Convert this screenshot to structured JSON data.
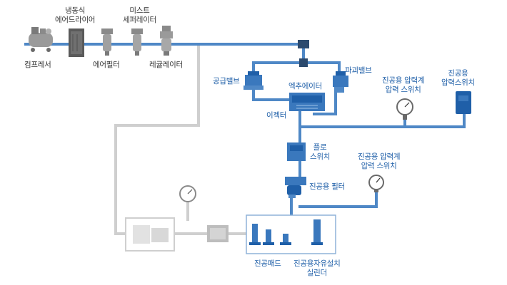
{
  "colors": {
    "pipe_blue": "#4f88c6",
    "pipe_gray": "#cfcfcf",
    "device_blue": "#3a78bd",
    "device_dark": "#1f5fa8",
    "device_gray": "#9a9a9a",
    "label_dark": "#333333",
    "label_blue": "#1f5fa8"
  },
  "labels": {
    "compressor": "컴프레서",
    "refrigerated_dryer": "냉동식\n에어드라이어",
    "air_filter": "에어필터",
    "mist_separator": "미스트\n세퍼레이터",
    "regulator": "레귤레이터",
    "supply_valve": "공급밸브",
    "release_valve": "파괴밸브",
    "ejector_main": "엑추에이터",
    "ejector_sub": "이젝터",
    "vacuum_pressure_switch_top": "진공용 압력계\n압력 스위치",
    "vacuum_switch": "진공용\n압력스위치",
    "flow_switch": "플로\n스위치",
    "vacuum_filter": "진공용 필터",
    "vacuum_pressure_switch_mid": "진공용 압력계\n압력 스위치",
    "vacuum_pad": "진공패드",
    "free_install_cylinder": "진공용자유설치\n실린더"
  },
  "icons": {
    "compressor": "air-compressor-icon",
    "dryer": "refrigerated-dryer-icon",
    "filter": "air-filter-icon",
    "separator": "mist-separator-icon",
    "regulator": "regulator-icon",
    "gauge": "pressure-gauge-icon",
    "switch": "pressure-switch-icon"
  }
}
